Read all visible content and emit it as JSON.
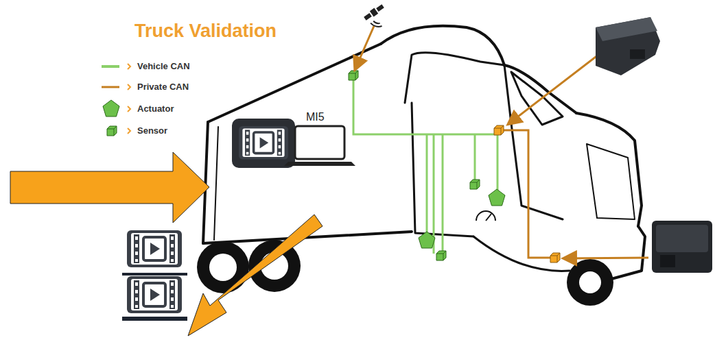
{
  "diagram": {
    "title": "Truck Validation",
    "labels": [
      "MI5"
    ],
    "legend": [
      {
        "text": "Vehicle CAN"
      },
      {
        "text": "Private CAN"
      },
      {
        "text": "Actuator"
      },
      {
        "text": "Sensor"
      }
    ]
  }
}
